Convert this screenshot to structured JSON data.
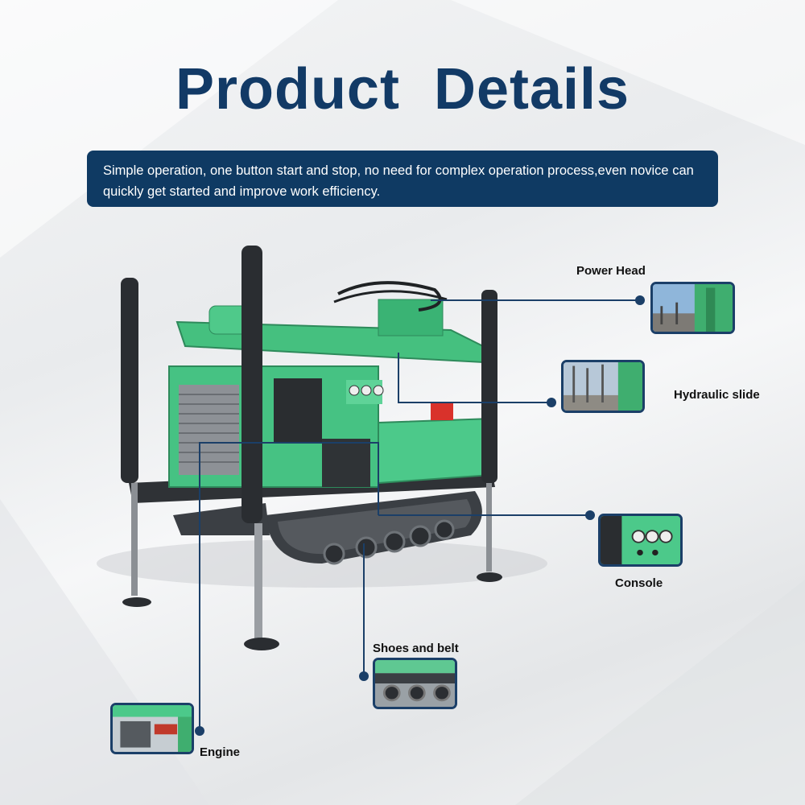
{
  "header": {
    "title": "Product  Details",
    "description": "Simple operation, one button start and stop, no need for complex operation process,even novice can quickly get started and improve work efficiency."
  },
  "callouts": {
    "power_head": "Power Head",
    "hydraulic_slide": "Hydraulic slide",
    "console": "Console",
    "shoes_and_belt": "Shoes and belt",
    "engine": "Engine"
  },
  "colors": {
    "brand_navy": "#123a66",
    "banner_bg": "#0f3a63",
    "machine_green": "#3fbf7a",
    "line": "#1b3f68"
  }
}
